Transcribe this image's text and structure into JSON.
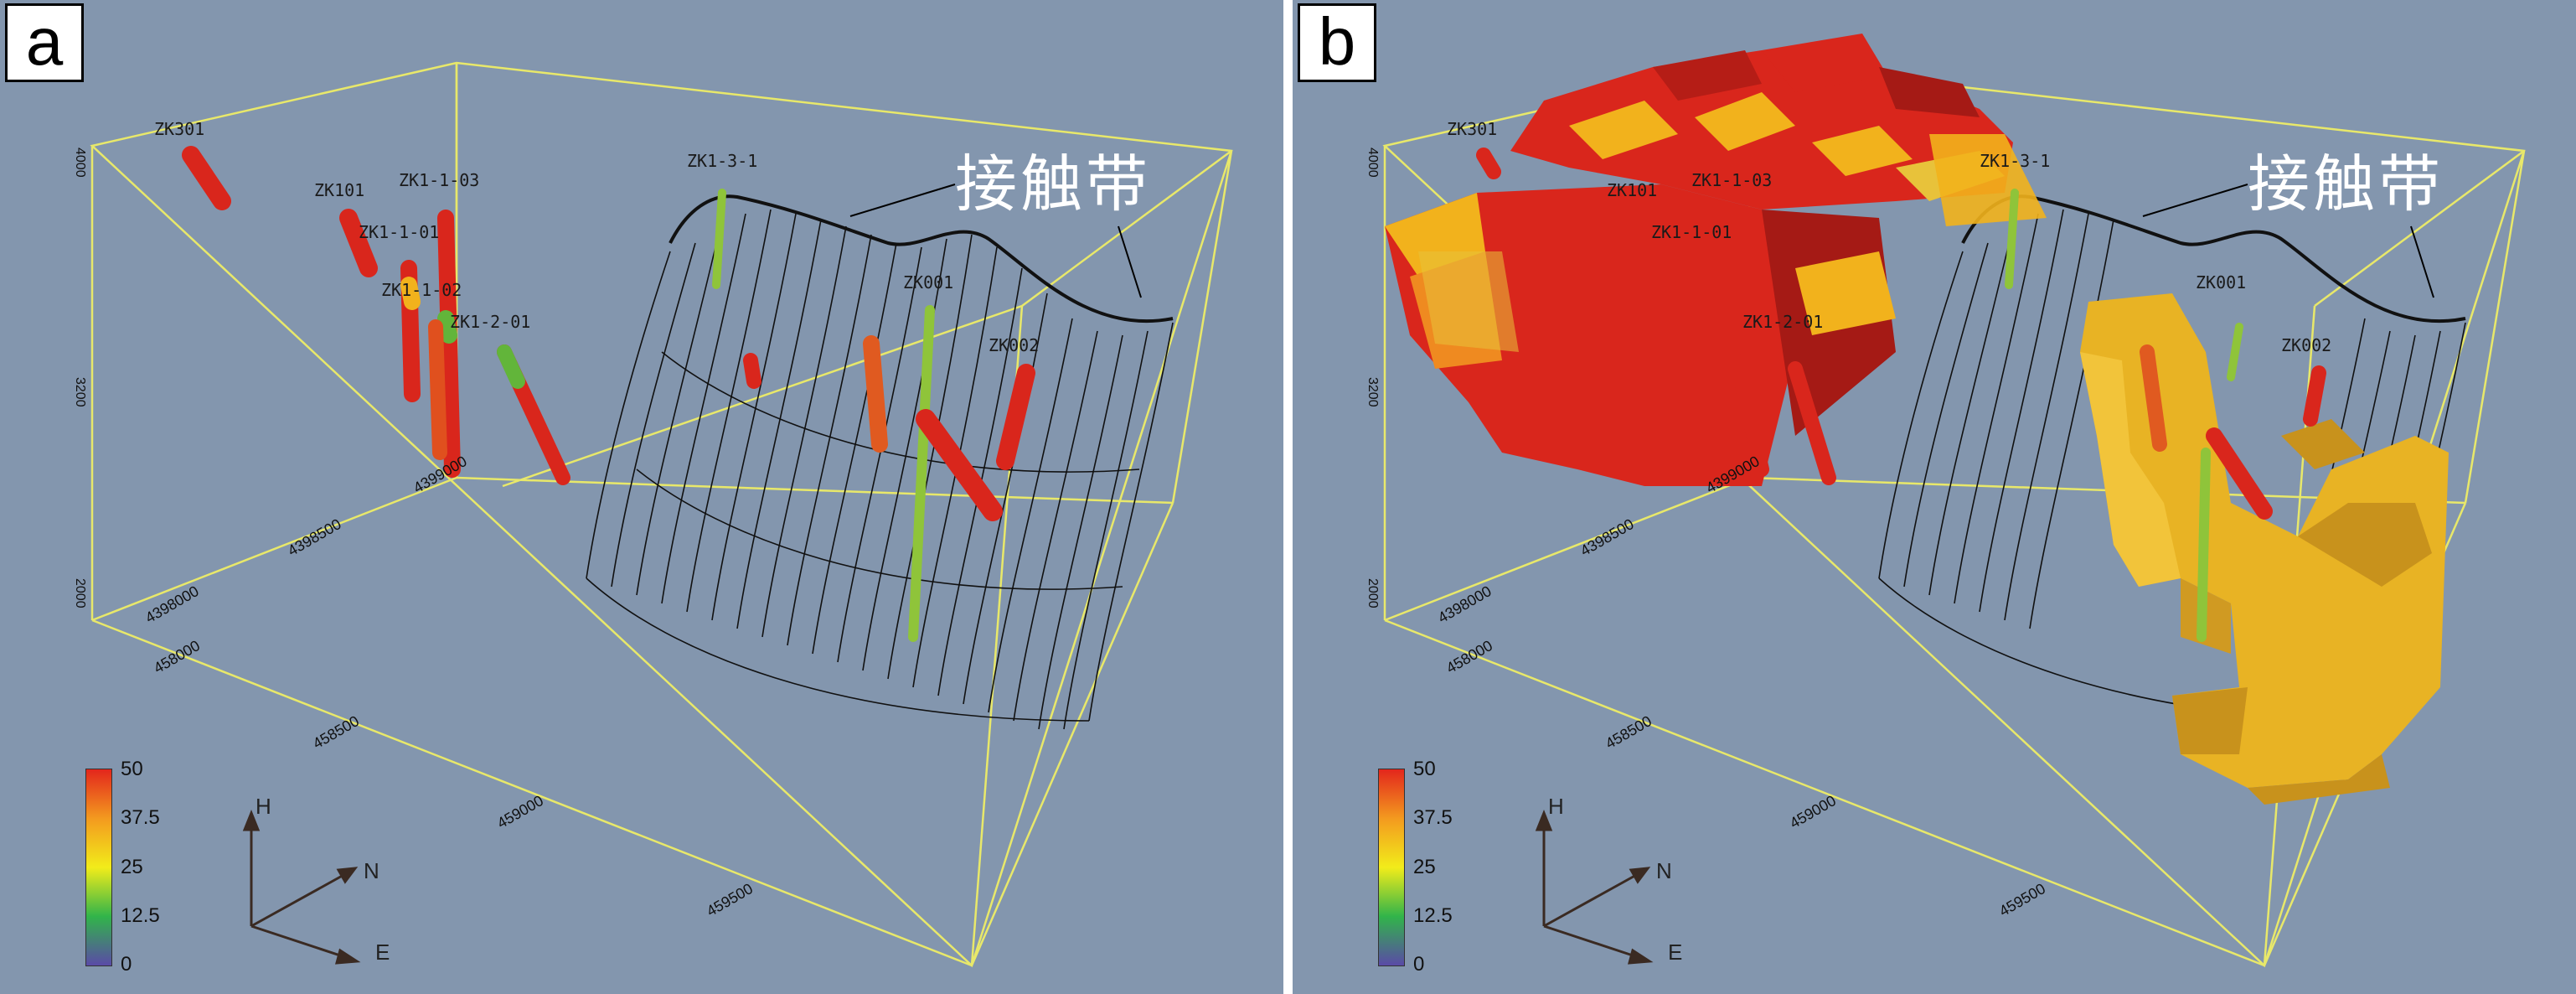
{
  "panels": [
    {
      "letter": "a",
      "contact_zone_label": "接触带",
      "wells": [
        "ZK301",
        "ZK101",
        "ZK1-1-03",
        "ZK1-1-01",
        "ZK1-1-02",
        "ZK1-2-01",
        "ZK1-3-1",
        "ZK001",
        "ZK002"
      ],
      "depth_ticks": [
        "4000",
        "3200",
        "2000"
      ],
      "coord_ticks": [
        "4398000",
        "4398500",
        "4399000",
        "458000",
        "458500",
        "459000",
        "459500"
      ],
      "legend_ticks": [
        "50",
        "37.5",
        "25",
        "12.5",
        "0"
      ],
      "compass": {
        "up": "H",
        "right": "N",
        "down": "E"
      }
    },
    {
      "letter": "b",
      "contact_zone_label": "接触带",
      "wells": [
        "ZK301",
        "ZK101",
        "ZK1-1-03",
        "ZK1-1-01",
        "ZK1-2-01",
        "ZK1-3-1",
        "ZK001",
        "ZK002"
      ],
      "depth_ticks": [
        "4000",
        "3200",
        "2000"
      ],
      "coord_ticks": [
        "4398000",
        "4398500",
        "4399000",
        "458000",
        "458500",
        "459000",
        "459500"
      ],
      "legend_ticks": [
        "50",
        "37.5",
        "25",
        "12.5",
        "0"
      ],
      "compass": {
        "up": "H",
        "right": "N",
        "down": "E"
      }
    }
  ],
  "colors": {
    "background": "#8396ae",
    "box": "#e8e86a",
    "high": "#d9261c",
    "mid": "#f2b21c",
    "low": "#62b53a"
  }
}
